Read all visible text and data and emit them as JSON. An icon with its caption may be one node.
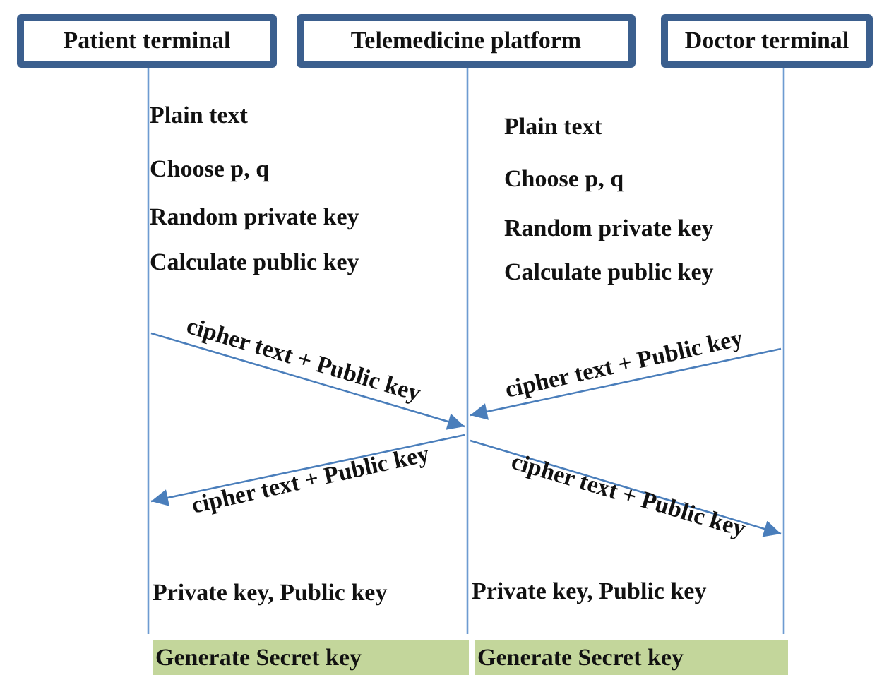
{
  "diagram": {
    "nodes": [
      {
        "text": [
          "Patient terminal"
        ]
      },
      {
        "text": [
          "Telemedicine platform"
        ]
      },
      {
        "text": [
          "Doctor terminal"
        ]
      },
      {
        "text": [
          "Generate Secret key"
        ]
      },
      {
        "text": [
          "Generate Secret key"
        ]
      }
    ],
    "edges": [
      {
        "from": 0,
        "to": 1,
        "arrow": "to",
        "label": "cipher text + Public key"
      },
      {
        "from": 2,
        "to": 1,
        "arrow": "to",
        "label": "cipher text + Public key"
      },
      {
        "from": 1,
        "to": 0,
        "arrow": "to",
        "label": "cipher text + Public key"
      },
      {
        "from": 1,
        "to": 2,
        "arrow": "to",
        "label": "cipher text + Public key"
      }
    ],
    "labels": [
      "Plain text",
      "Plain text",
      "Choose p, q",
      "Choose p, q",
      "Random private key",
      "Random private key",
      "Calculate public key",
      "Calculate public key",
      "Private key, Public key",
      "Private key, Public key"
    ]
  }
}
